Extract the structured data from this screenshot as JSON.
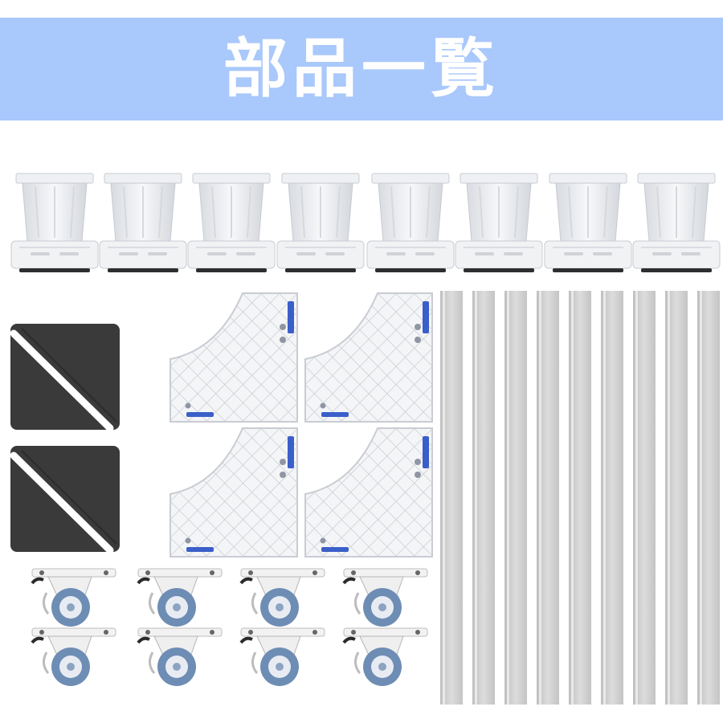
{
  "header": {
    "title": "部品一覧"
  },
  "colors": {
    "banner": "#a9c8fb",
    "title_text": "#ffffff",
    "pad_dark": "#3a3a3a",
    "caster_wheel": "#6e8db4",
    "rail": "#cfcfcf",
    "accent_blue": "#3b5fc9"
  },
  "parts": {
    "leveling_feet": 8,
    "anti_slip_pads": 2,
    "corner_brackets": 4,
    "casters": 8,
    "rails": 9
  }
}
